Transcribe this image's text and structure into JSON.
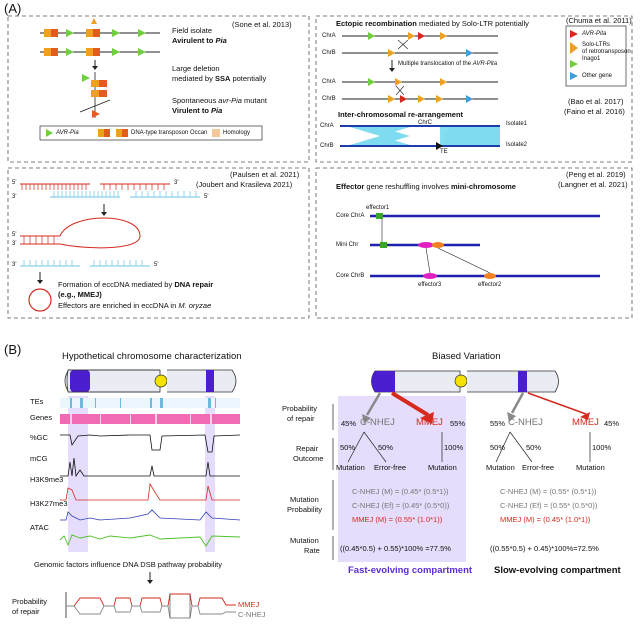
{
  "panelA": {
    "label": "(A)",
    "p1": {
      "cite": "(Sone et al. 2013)",
      "field1": "Field isolate",
      "field2_pre": "Avirulent to ",
      "field2_gene": "Pia",
      "del1": "Large deletion",
      "del2_pre": "mediated by ",
      "del2_b": "SSA",
      "del2_post": " potentially",
      "spont1_pre": "Spontaneous ",
      "spont1_i": "avr-Pia",
      "spont1_post": " mutant",
      "spont2_pre": "Virulent to ",
      "spont2_gene": "Pia",
      "legend_avr": "AVR-Pia",
      "legend_transposon": "DNA-type transposon Occan",
      "legend_homology": "Homology"
    },
    "p2": {
      "title_b": "Ectopic recombination",
      "title_rest": " mediated by Solo-LTR potentially",
      "cite": "(Chuma et al. 2011)",
      "chrA": "ChrA",
      "chrB": "ChrB",
      "multiple": "Multiple translocation of the ",
      "multiple_i": "AVR-Pita",
      "inter": "Inter-chromosomal re-arrangement",
      "chrC": "ChrC",
      "isolate1": "Isolate1",
      "isolate2": "Isolate2",
      "te": "TE",
      "legend_avr": "AVR-Pita",
      "legend_solo1": "Solo-LTRs",
      "legend_solo2": "of retrotransposon",
      "legend_solo3": "Inago1",
      "legend_other": "Other gene",
      "cite2": "(Bao et al. 2017)",
      "cite3": "(Faino et al. 2016)"
    },
    "p3": {
      "cite1": "(Paulsen et al. 2021)",
      "cite2": "(Joubert and Krasileva 2021)",
      "p5": "5'",
      "p3": "3'",
      "form_pre": "Formation of eccDNA mediated by ",
      "form_b": "DNA repair",
      "form_b2": "(e.g., MMEJ)",
      "enrich_pre": "Effectors are enriched in eccDNA in ",
      "enrich_i": "M. oryzae"
    },
    "p4": {
      "cite": "(Peng et al. 2019)",
      "cite2": "(Langner et al. 2021)",
      "title_b": "Effector",
      "title_mid": " gene reshuffling involves ",
      "title_b2": "mini-chromosome",
      "coreA": "Core ChrA",
      "mini": "Mini Chr",
      "coreB": "Core ChrB",
      "eff1": "effector1",
      "eff2": "effector2",
      "eff3": "effector3"
    }
  },
  "panelB": {
    "label": "(B)",
    "left_title": "Hypothetical chromosome characterization",
    "tracks": [
      "TEs",
      "Genes",
      "%GC",
      "mCG",
      "H3K9me3",
      "H3K27me3",
      "ATAC"
    ],
    "genomic": "Genomic factors influence DNA DSB pathway probability",
    "prob1": "Probability",
    "prob2": "of repair",
    "mmej": "MMEJ",
    "cnhej": "C-NHEJ",
    "right_title": "Biased Variation",
    "rows": {
      "prob1": "Probability",
      "prob2": "of repair",
      "rep1": "Repair",
      "rep2": "Outcome",
      "mut1": "Mutation",
      "mut2": "Probability",
      "rate1": "Mutation",
      "rate2": "Rate"
    },
    "fast": {
      "p_cnhej": "45%",
      "cnhej": "C-NHEJ",
      "mmej": "MMEJ",
      "p_mmej": "55%",
      "o1": "50%",
      "o2": "50%",
      "o3": "100%",
      "mutation": "Mutation",
      "errorfree": "Error-free",
      "eq1": "C-NHEJ (M) = (0.45* (0.5*1))",
      "eq2": "C-NHEJ (Ef) = (0.45* (0.5*0))",
      "eq3": "MMEJ (M) = (0.55* (1.0*1))",
      "rate": "((0.45*0.5) + 0.55)*100% =77.5%",
      "label": "Fast-evolving compartment"
    },
    "slow": {
      "p_cnhej": "55%",
      "cnhej": "C-NHEJ",
      "mmej": "MMEJ",
      "p_mmej": "45%",
      "o1": "50%",
      "o2": "50%",
      "o3": "100%",
      "mutation": "Mutation",
      "errorfree": "Error-free",
      "eq1": "C-NHEJ (M) = (0.55* (0.5*1))",
      "eq2": "C-NHEJ (Ef) = (0.55* (0.5*0))",
      "eq3": "MMEJ (M) = (0.45* (1.0*1))",
      "rate": "((0.55*0.5) + 0.45)*100%=72.5%",
      "label": "Slow-evolving compartment"
    },
    "colors": {
      "mmej": "#d62a1e",
      "cnhej": "#8a8a8a",
      "purple_shade": "#e6dcfb",
      "centromere": "#f4e200",
      "chrom_end": "#4b1fd0"
    }
  }
}
